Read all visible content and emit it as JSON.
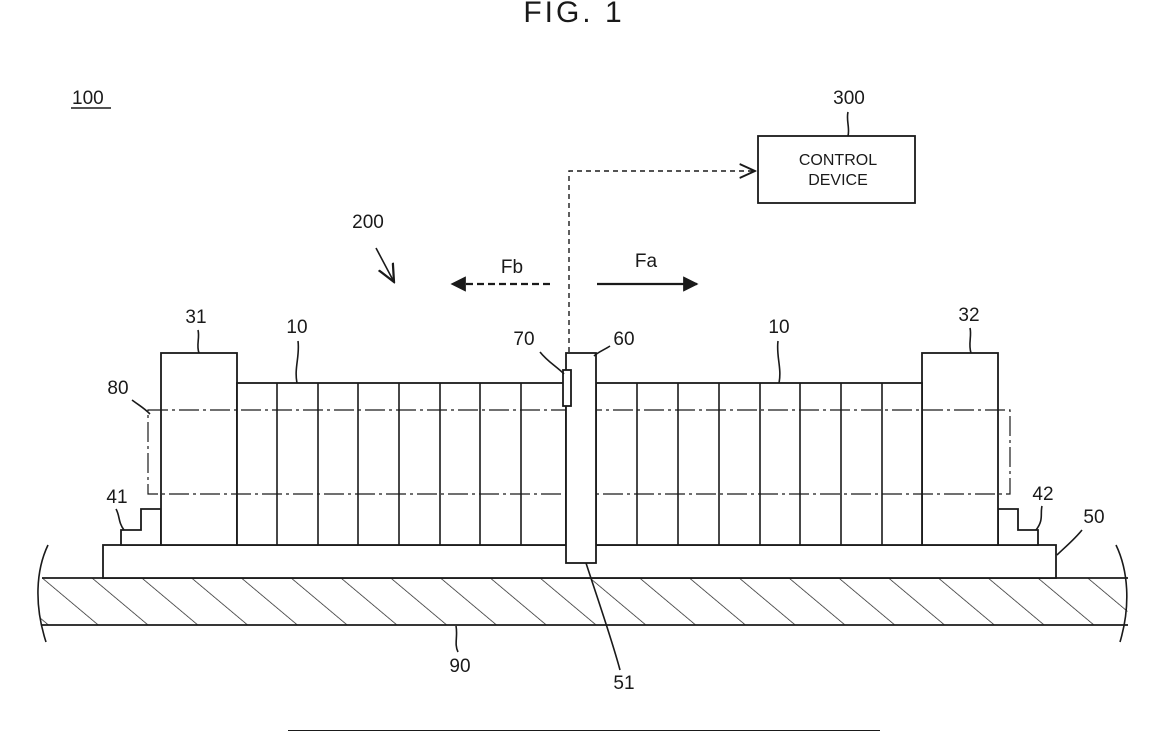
{
  "figure": {
    "title": "FIG. 1"
  },
  "labels": {
    "system": "100",
    "assembly": "200",
    "control_ref": "300",
    "control_text_line1": "CONTROL",
    "control_text_line2": "DEVICE",
    "force_left": "Fb",
    "force_right": "Fa",
    "end_plate_left": "31",
    "end_plate_right": "32",
    "cells_left": "10",
    "cells_right": "10",
    "sensor": "70",
    "separator": "60",
    "frame": "80",
    "stopper_left": "41",
    "stopper_right": "42",
    "base_plate": "50",
    "ground": "90",
    "slot": "51"
  },
  "colors": {
    "line": "#1a1a1a",
    "background": "#ffffff"
  }
}
